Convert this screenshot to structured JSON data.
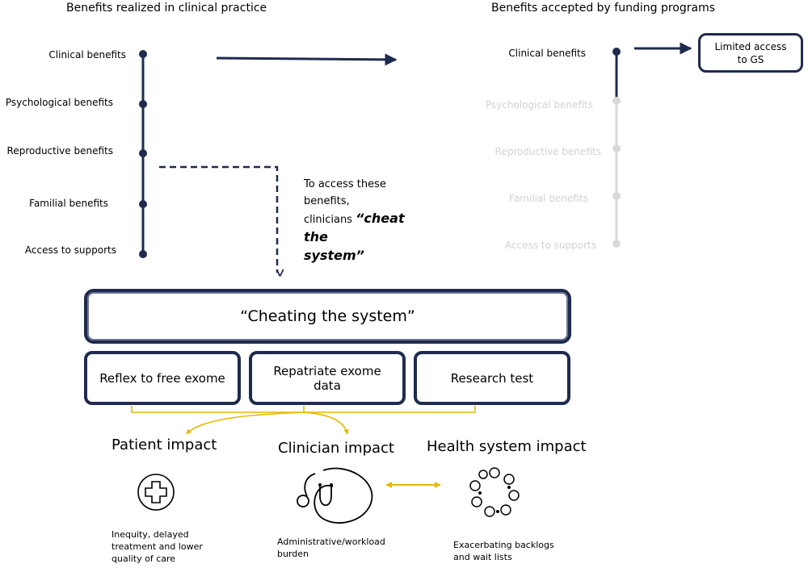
{
  "headings": {
    "left": "Benefits realized in clinical practice",
    "right": "Benefits accepted by funding programs"
  },
  "left_benefits": [
    "Clinical benefits",
    "Psychological benefits",
    "Reproductive benefits",
    "Familial benefits",
    "Access to supports"
  ],
  "right_benefits": [
    "Clinical benefits",
    "Psychological benefits",
    "Reproductive benefits",
    "Familial benefits",
    "Access to supports"
  ],
  "limited_access": "Limited access to GS",
  "note": {
    "line1": "To access these benefits,",
    "line2": "clinicians",
    "emphasis1": "“cheat the",
    "emphasis2": "system”"
  },
  "cheating_title": "“Cheating the system”",
  "strategies": [
    "Reflex to free exome",
    "Repatriate exome data",
    "Research test"
  ],
  "impacts": [
    {
      "title": "Patient impact",
      "icon": "medical-cross-icon",
      "desc": "Inequity, delayed treatment and lower quality of care"
    },
    {
      "title": "Clinician impact",
      "icon": "stethoscope-icon",
      "desc": "Administrative/workload burden"
    },
    {
      "title": "Health system impact",
      "icon": "circular-network-icon",
      "desc": "Exacerbating backlogs and wait lists"
    }
  ],
  "colors": {
    "navy": "#1f2b4e",
    "gold": "#e6b800",
    "faded": "#d2d2d2"
  }
}
